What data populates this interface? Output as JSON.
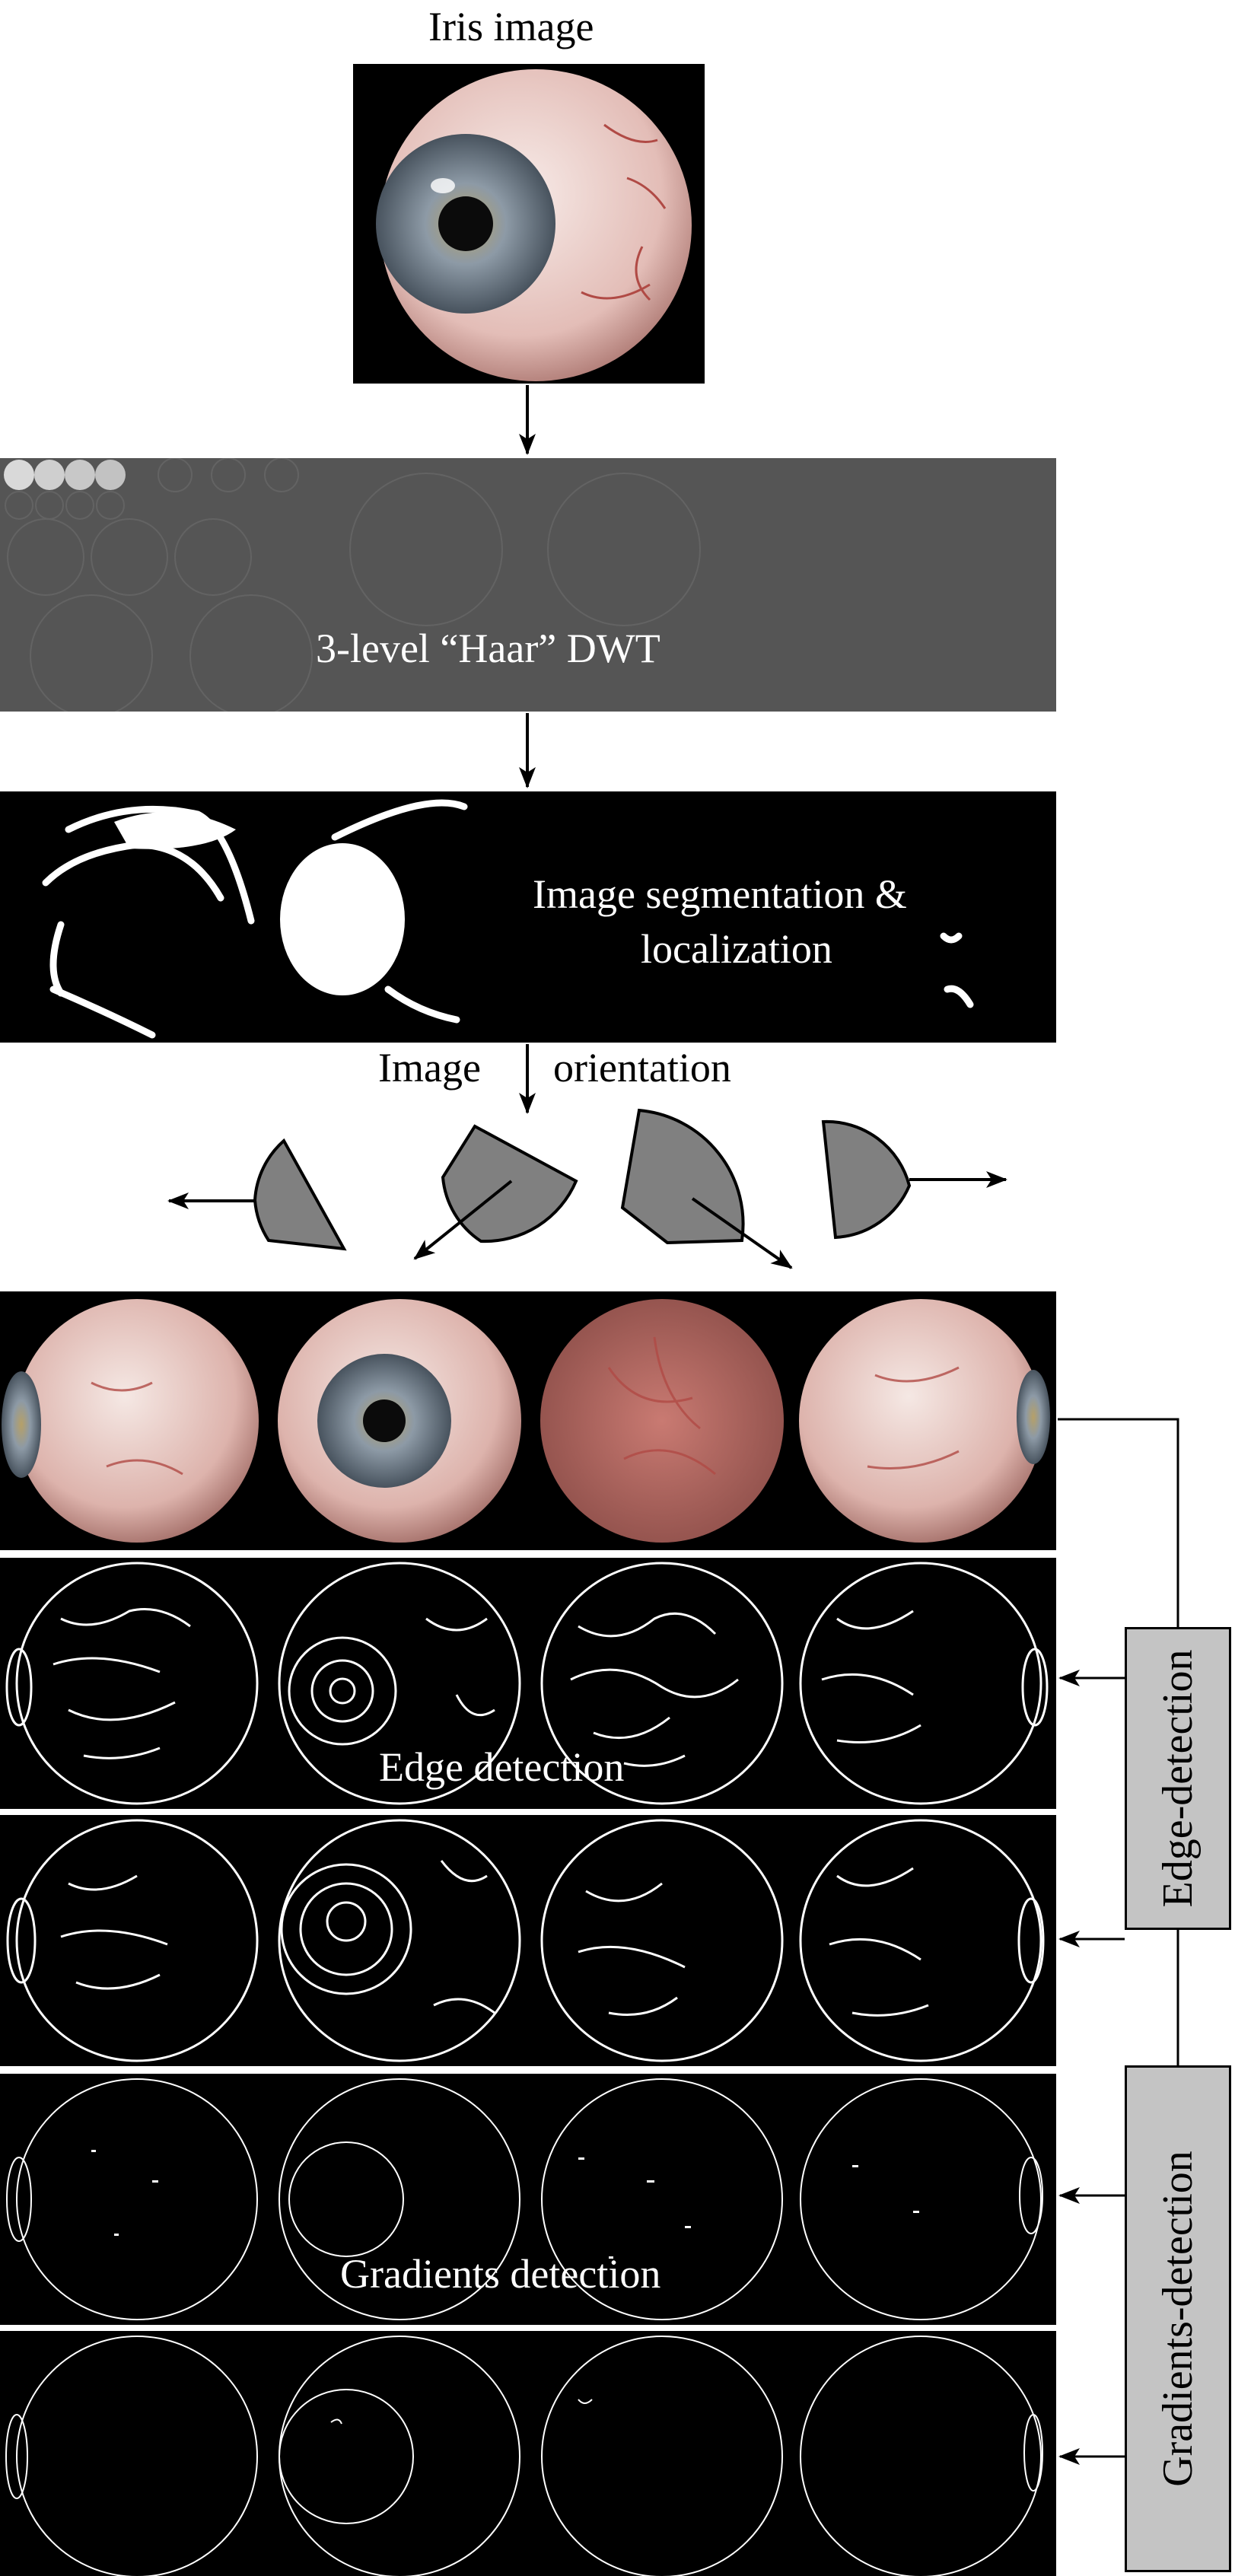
{
  "title": "Iris image",
  "dwt_label": "3-level “Haar” DWT",
  "segmentation_label_line1": "Image segmentation &",
  "segmentation_label_line2": "localization",
  "orientation_label_a": "Image",
  "orientation_label_b": "orientation",
  "edge_detection_label": "Edge detection",
  "gradients_detection_label": "Gradients detection",
  "side_box_edge": "Edge-detection",
  "side_box_gradients": "Gradients-detection",
  "colors": {
    "panel_dark": "#000000",
    "dwt_panel": "#555555",
    "shape_fill": "#808080",
    "side_box": "#c4c4c4",
    "eyeball": "#e8c8c4",
    "iris": "#8b9aa6",
    "vein": "#b04a45"
  }
}
